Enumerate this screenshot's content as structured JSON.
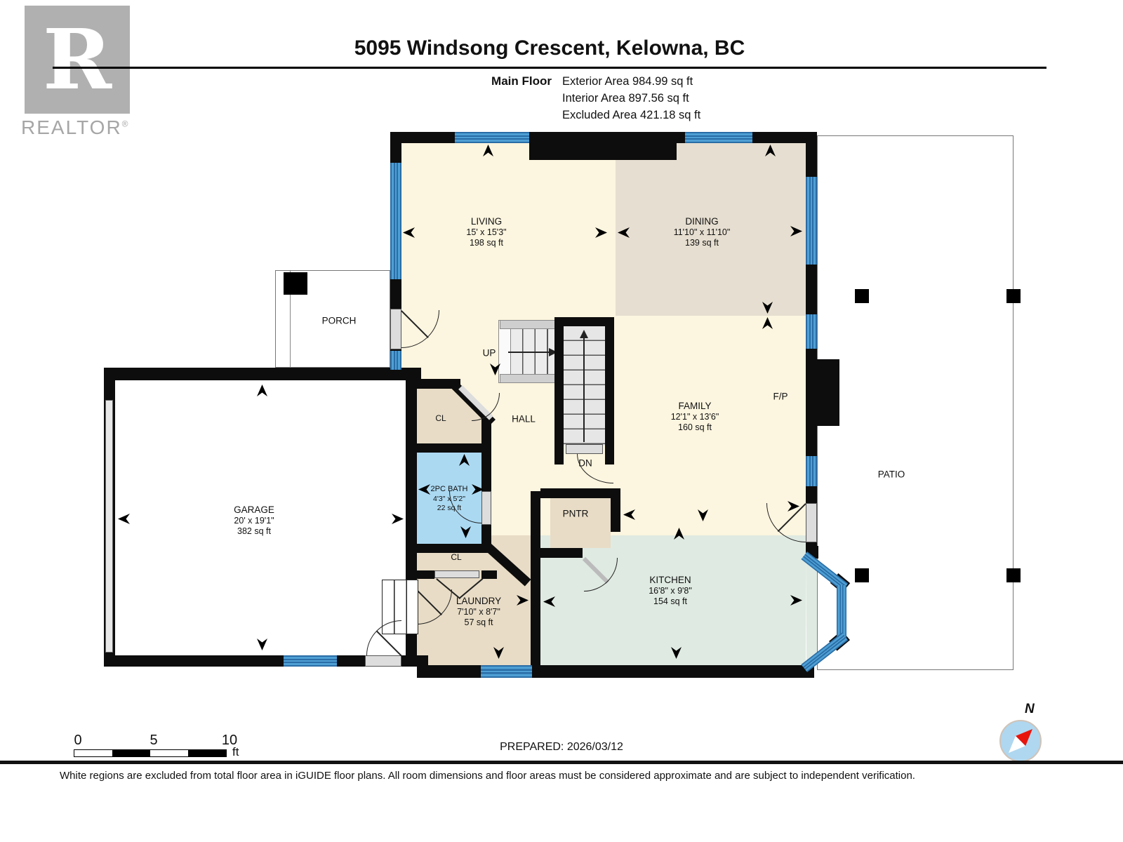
{
  "brand": {
    "logo_letter": "R",
    "logo_text": "REALTOR",
    "registered": "®"
  },
  "header": {
    "title": "5095 Windsong Crescent, Kelowna, BC",
    "floor_label": "Main Floor",
    "area_lines": [
      "Exterior Area 984.99 sq ft",
      "Interior Area 897.56 sq ft",
      "Excluded Area 421.18 sq ft"
    ]
  },
  "rooms": {
    "living": {
      "name": "LIVING",
      "dims": "15' x 15'3\"",
      "area": "198 sq ft"
    },
    "dining": {
      "name": "DINING",
      "dims": "11'10\" x 11'10\"",
      "area": "139 sq ft"
    },
    "family": {
      "name": "FAMILY",
      "dims": "12'1\" x 13'6\"",
      "area": "160 sq ft"
    },
    "kitchen": {
      "name": "KITCHEN",
      "dims": "16'8\" x 9'8\"",
      "area": "154 sq ft"
    },
    "laundry": {
      "name": "LAUNDRY",
      "dims": "7'10\" x 8'7\"",
      "area": "57 sq ft"
    },
    "bath": {
      "name": "2PC BATH",
      "dims": "4'3\" x 5'2\"",
      "area": "22 sq ft"
    },
    "garage": {
      "name": "GARAGE",
      "dims": "20' x 19'1\"",
      "area": "382 sq ft"
    },
    "porch": {
      "name": "PORCH"
    },
    "patio": {
      "name": "PATIO"
    },
    "hall": {
      "name": "HALL"
    },
    "pantry": {
      "name": "PNTR"
    },
    "closet_hall": {
      "name": "CL"
    },
    "closet_laundry": {
      "name": "CL"
    },
    "fireplace": {
      "name": "F/P"
    },
    "stairs_up": {
      "name": "UP"
    },
    "stairs_down": {
      "name": "DN"
    }
  },
  "scale_bar": {
    "ticks": [
      "0",
      "5",
      "10"
    ],
    "unit": "ft"
  },
  "compass": {
    "north_label": "N"
  },
  "footer": {
    "prepared": "PREPARED: 2026/03/12",
    "disclaimer": "White regions are excluded from total floor area in iGUIDE floor plans. All room dimensions and floor areas must be considered approximate and are subject to independent verification."
  },
  "colors": {
    "interior_cream": "#FCF5DF",
    "dining_tan": "#E6DED0",
    "storage_tan": "#E8DCC6",
    "kitchen_mint": "#DFEAE2",
    "bath_blue": "#ABD9F2",
    "window_blue": "#4E9FD4",
    "window_stripe": "#2A6DA6",
    "wall_black": "#0D0D0D",
    "compass_red": "#E8150D",
    "compass_blue": "#AFD7F0"
  }
}
